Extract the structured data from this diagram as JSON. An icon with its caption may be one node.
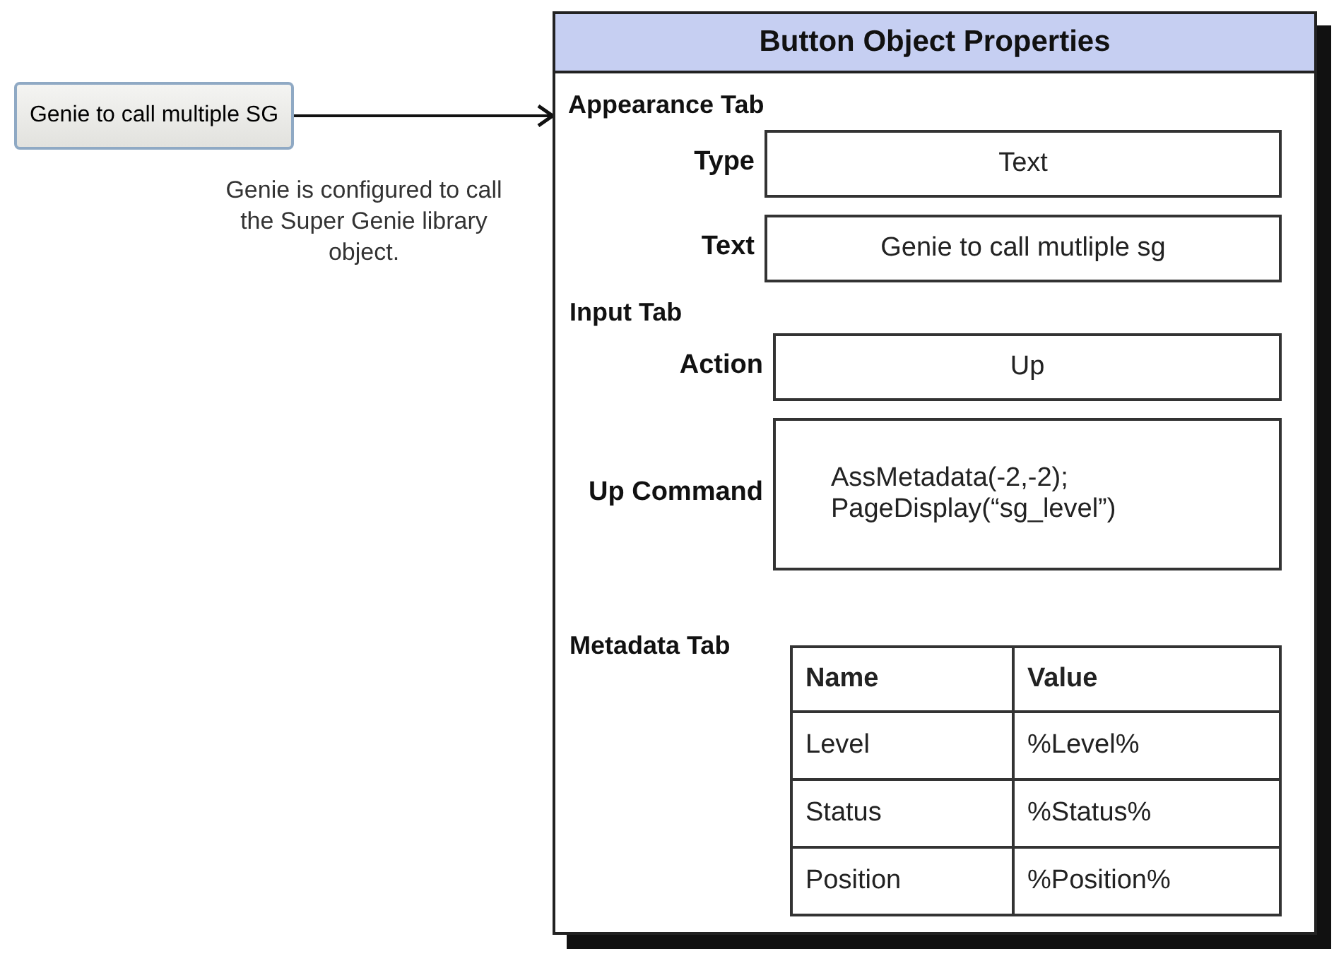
{
  "diagram": {
    "nodes": [
      {
        "text": [
          "Genie to call multiple SG"
        ],
        "beside": [
          "Genie is configured to call the Super Genie library object."
        ]
      },
      {
        "text": [
          "Button Object Properties"
        ]
      },
      {
        "text": [
          "Text"
        ],
        "beside": [
          "Type"
        ],
        "in": 1
      },
      {
        "text": [
          "Genie to call mutliple sg"
        ],
        "beside": [
          "Text"
        ],
        "in": 1
      },
      {
        "text": [
          "Up"
        ],
        "beside": [
          "Action"
        ],
        "in": 1
      },
      {
        "text": [
          "AssMetadata(-2,-2); PageDisplay(“sg_level”)"
        ],
        "beside": [
          "Up Command"
        ],
        "in": 1
      }
    ],
    "edges": [
      {
        "from": 0,
        "to": 1,
        "arrow": "to"
      }
    ],
    "labels": [
      "Appearance Tab",
      "Input Tab",
      "Metadata Tab",
      "Name",
      "Value",
      "Level",
      "%Level%",
      "Status",
      "%Status%",
      "Position",
      "%Position%"
    ]
  }
}
